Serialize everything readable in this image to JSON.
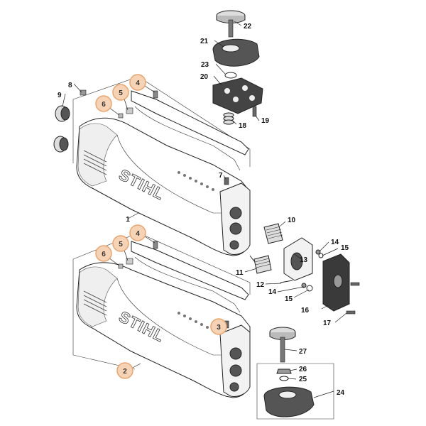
{
  "colors": {
    "highlight_fill": "#f7d3b5",
    "highlight_stroke": "#e9a46d",
    "housing_fill": "#ffffff",
    "dark_part": "#3a3a3a",
    "line": "#222222"
  },
  "callouts": [
    {
      "label": "1",
      "highlighted": false
    },
    {
      "label": "2",
      "highlighted": true
    },
    {
      "label": "3",
      "highlighted": true
    },
    {
      "label": "4",
      "highlighted": true
    },
    {
      "label": "4",
      "highlighted": true
    },
    {
      "label": "5",
      "highlighted": true
    },
    {
      "label": "5",
      "highlighted": true
    },
    {
      "label": "6",
      "highlighted": true
    },
    {
      "label": "6",
      "highlighted": true
    },
    {
      "label": "7",
      "highlighted": false
    },
    {
      "label": "8",
      "highlighted": false
    },
    {
      "label": "9",
      "highlighted": false
    },
    {
      "label": "10",
      "highlighted": false
    },
    {
      "label": "11",
      "highlighted": false
    },
    {
      "label": "12",
      "highlighted": false
    },
    {
      "label": "13",
      "highlighted": false
    },
    {
      "label": "14",
      "highlighted": false
    },
    {
      "label": "14",
      "highlighted": false
    },
    {
      "label": "15",
      "highlighted": false
    },
    {
      "label": "15",
      "highlighted": false
    },
    {
      "label": "16",
      "highlighted": false
    },
    {
      "label": "17",
      "highlighted": false
    },
    {
      "label": "18",
      "highlighted": false
    },
    {
      "label": "19",
      "highlighted": false
    },
    {
      "label": "20",
      "highlighted": false
    },
    {
      "label": "21",
      "highlighted": false
    },
    {
      "label": "22",
      "highlighted": false
    },
    {
      "label": "23",
      "highlighted": false
    },
    {
      "label": "24",
      "highlighted": false
    },
    {
      "label": "25",
      "highlighted": false
    },
    {
      "label": "26",
      "highlighted": false
    },
    {
      "label": "27",
      "highlighted": false
    }
  ],
  "brand_logo_text": "STIHL"
}
